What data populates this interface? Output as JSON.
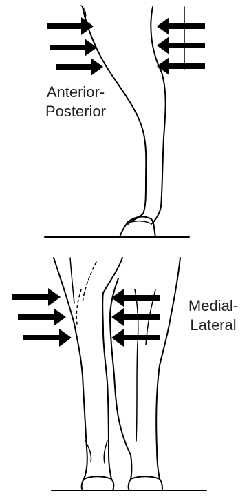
{
  "labels": {
    "top": {
      "line1": "Anterior-",
      "line2": "Posterior"
    },
    "bottom": {
      "line1": "Medial-",
      "line2": "Lateral"
    }
  },
  "colors": {
    "ink": "#000000",
    "text": "#222222",
    "background": "#ffffff"
  }
}
